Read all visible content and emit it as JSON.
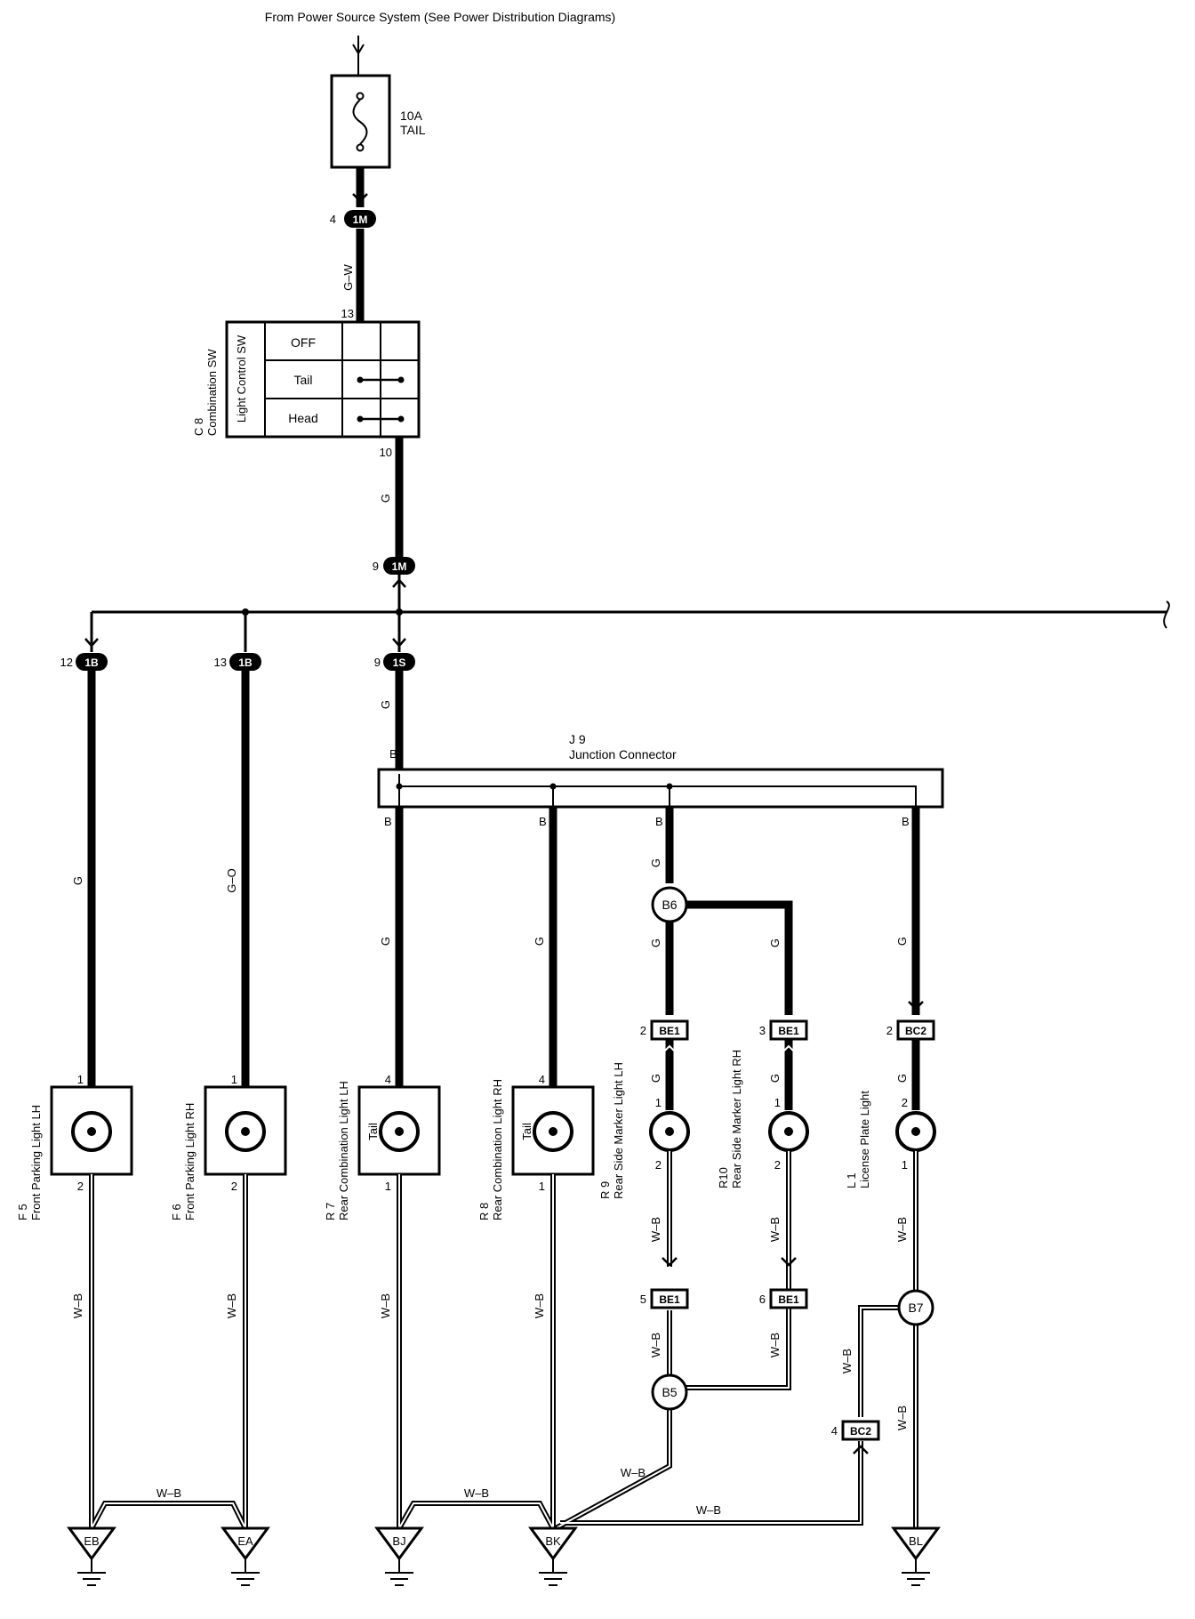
{
  "header": {
    "source": "From Power Source System (See Power Distribution Diagrams)"
  },
  "fuse": {
    "rating": "10A",
    "name": "TAIL"
  },
  "connectors": {
    "m4": {
      "pin": "4",
      "code": "1M"
    },
    "m9": {
      "pin": "9",
      "code": "1M"
    },
    "b12": {
      "pin": "12",
      "code": "1B"
    },
    "b13": {
      "pin": "13",
      "code": "1B"
    },
    "s9": {
      "pin": "9",
      "code": "1S"
    },
    "be1_2": {
      "pin": "2",
      "code": "BE1"
    },
    "be1_3": {
      "pin": "3",
      "code": "BE1"
    },
    "bc2_2": {
      "pin": "2",
      "code": "BC2"
    },
    "be1_5": {
      "pin": "5",
      "code": "BE1"
    },
    "be1_6": {
      "pin": "6",
      "code": "BE1"
    },
    "bc2_4": {
      "pin": "4",
      "code": "BC2"
    }
  },
  "splices": {
    "b6": "B6",
    "b5": "B5",
    "b7": "B7"
  },
  "switch": {
    "id": "C 8",
    "name": "Combination SW",
    "sub_name": "Light Control SW",
    "positions": [
      "OFF",
      "Tail",
      "Head"
    ],
    "pin_in": "13",
    "pin_out": "10"
  },
  "junction": {
    "id": "J 9",
    "name": "Junction Connector",
    "pin": "B"
  },
  "wires": {
    "gw": "G–W",
    "g": "G",
    "go": "G–O",
    "wb": "W–B"
  },
  "lamps": [
    {
      "id": "F 5",
      "name": "Front Parking Light LH",
      "pin_top": "1",
      "pin_bottom": "2",
      "inner": ""
    },
    {
      "id": "F 6",
      "name": "Front Parking Light RH",
      "pin_top": "1",
      "pin_bottom": "2",
      "inner": ""
    },
    {
      "id": "R 7",
      "name": "Rear Combination Light LH",
      "pin_top": "4",
      "pin_bottom": "1",
      "inner": "Tail"
    },
    {
      "id": "R 8",
      "name": "Rear Combination Light RH",
      "pin_top": "4",
      "pin_bottom": "1",
      "inner": "Tail"
    },
    {
      "id": "R 9",
      "name": "Rear Side Marker Light LH",
      "pin_top": "1",
      "pin_bottom": "2",
      "inner": ""
    },
    {
      "id": "R10",
      "name": "Rear Side Marker Light RH",
      "pin_top": "1",
      "pin_bottom": "2",
      "inner": ""
    },
    {
      "id": "L 1",
      "name": "License Plate Light",
      "pin_top": "2",
      "pin_bottom": "1",
      "inner": ""
    }
  ],
  "grounds": [
    "EB",
    "EA",
    "BJ",
    "BK",
    "BL"
  ]
}
